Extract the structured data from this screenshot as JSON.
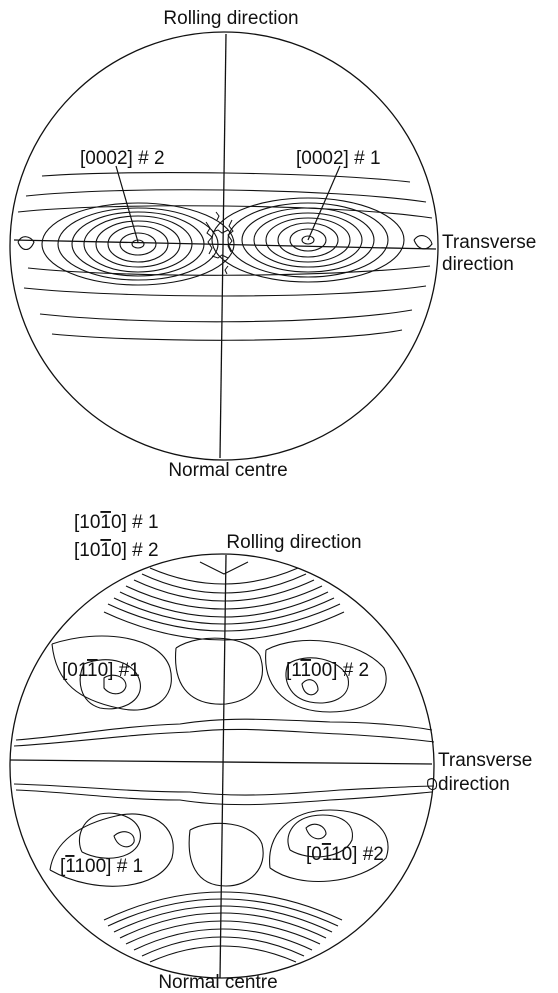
{
  "figures": [
    {
      "rolling_label": "Rolling direction",
      "transverse_label_1": "Transverse",
      "transverse_label_2": "direction",
      "normal_label": "Normal centre",
      "peaks": [
        {
          "label": "[0002] # 2"
        },
        {
          "label": "[0002] # 1"
        }
      ]
    },
    {
      "rolling_label": "Rolling direction",
      "transverse_label_1": "Transverse",
      "transverse_label_2": "direction",
      "normal_label": "Normal centre",
      "corner_labels": [
        {
          "pre": "[10",
          "bar": "1",
          "post": "0] # 1"
        },
        {
          "pre": "[10",
          "bar": "1",
          "post": "0] # 2"
        }
      ],
      "peaks": [
        {
          "pre": "[01",
          "bar": "1",
          "post": "0] #1"
        },
        {
          "pre": "[1",
          "bar": "1",
          "post": "00] # 2"
        },
        {
          "pre": "[",
          "bar": "1",
          "post": "100] # 1"
        },
        {
          "pre": "[0",
          "bar": "1",
          "post": "10] #2"
        }
      ]
    }
  ]
}
